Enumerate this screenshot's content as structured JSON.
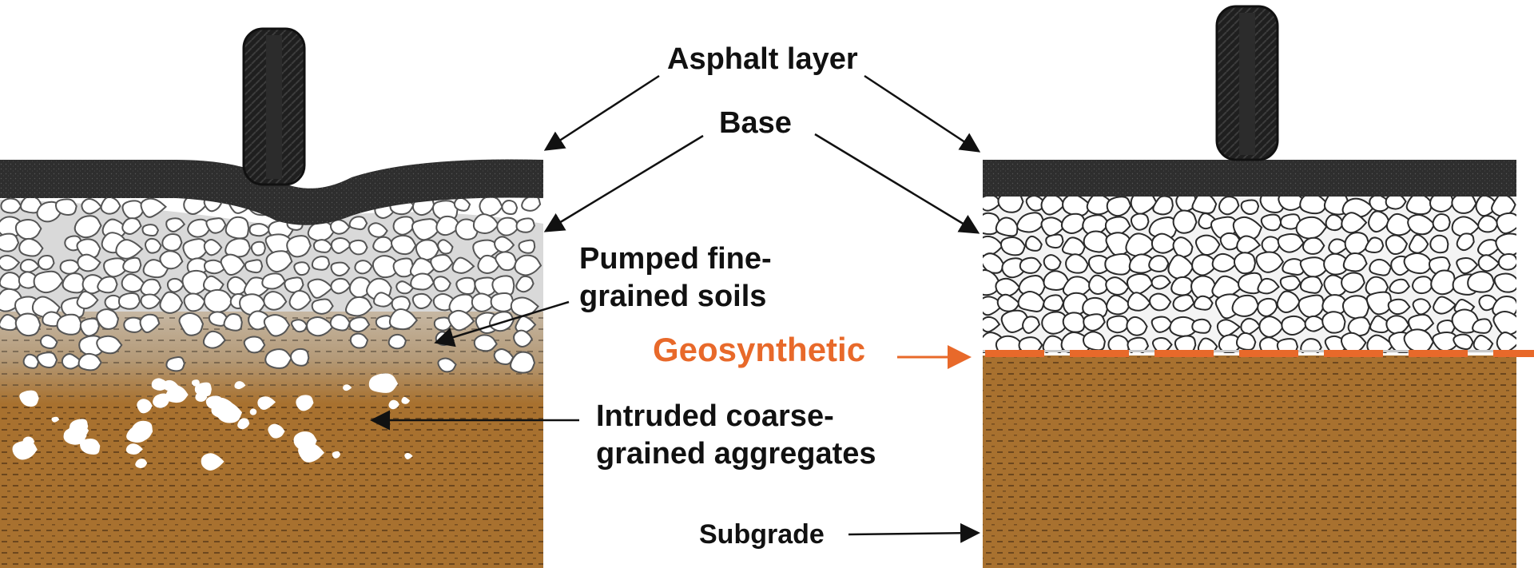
{
  "labels": {
    "asphalt": "Asphalt layer",
    "base": "Base",
    "pumped_line1": "Pumped fine-",
    "pumped_line2": "grained soils",
    "geosynthetic": "Geosynthetic",
    "intruded_line1": "Intruded coarse-",
    "intruded_line2": "grained aggregates",
    "subgrade": "Subgrade"
  },
  "colors": {
    "asphalt": "#2e2e2e",
    "aggregate_fill": "#ffffff",
    "aggregate_outline": "#2a2a2a",
    "subgrade": "#a8712f",
    "mixed_zone": "#b8a48c",
    "geosynthetic": "#e8692a",
    "tire": "#1f1f1f",
    "text": "#111111"
  },
  "icons": {
    "tire": "tire-icon"
  }
}
